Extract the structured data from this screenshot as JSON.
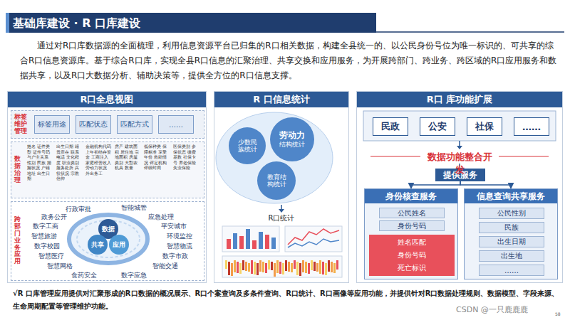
{
  "diagram": {
    "title": "基础库建设 · R 口库建设",
    "caption": "√R 口库管理应用提供对汇聚形成的R口数据的概况展示、R口个案查询及多条件查询、R口统计、R口画像等应用功能，并提供针对R口数据处理规则、数据模型、字段来源、生命周期配置等管理维护功能。",
    "nodes": [
      {
        "text": [
          "R口全息视图"
        ]
      },
      {
        "text": [
          "标签维护管理"
        ],
        "in": 0
      },
      {
        "text": [
          "标签用途"
        ],
        "in": 1
      },
      {
        "text": [
          "匹配状态"
        ],
        "in": 1
      },
      {
        "text": [
          "匹配方式"
        ],
        "in": 1
      },
      {
        "text": [
          "……"
        ],
        "in": 1
      },
      {
        "text": [
          "数据治理"
        ],
        "in": 0
      },
      {
        "text": [
          "跨部门业务应用"
        ],
        "in": 0
      },
      {
        "text": [
          "R 口信息统计"
        ]
      },
      {
        "text": [
          "少数民族统计"
        ],
        "in": 8
      },
      {
        "text": [
          "劳动力",
          "结构统计"
        ],
        "in": 8
      },
      {
        "text": [
          "教育结构统计"
        ],
        "in": 8
      },
      {
        "text": [
          "R口 库功能扩展"
        ]
      },
      {
        "text": [
          "民政"
        ],
        "in": 12
      },
      {
        "text": [
          "公安"
        ],
        "in": 12
      },
      {
        "text": [
          "社保"
        ],
        "in": 12
      },
      {
        "text": [
          "……"
        ],
        "in": 12
      },
      {
        "text": [
          "提供服务"
        ],
        "in": 12
      },
      {
        "text": [
          "身份核查服务"
        ],
        "in": 12
      },
      {
        "text": [
          "公民姓名"
        ],
        "in": 18
      },
      {
        "text": [
          "身份号码"
        ],
        "in": 18
      },
      {
        "text": [
          "姓名匹配",
          "身份号码",
          "死亡标识"
        ],
        "in": 18
      },
      {
        "text": [
          "信息查询共享服务"
        ],
        "in": 12
      },
      {
        "text": [
          "公民性别"
        ],
        "in": 22
      },
      {
        "text": [
          "民族"
        ],
        "in": 22
      },
      {
        "text": [
          "出生日期"
        ],
        "in": 22
      },
      {
        "text": [
          "出生地"
        ],
        "in": 22
      },
      {
        "text": [
          "……"
        ],
        "in": 22
      }
    ],
    "edges": [
      {
        "from": 17,
        "to": 18,
        "arrow": "to"
      },
      {
        "from": 17,
        "to": 22,
        "arrow": "to"
      }
    ],
    "labels": [
      "通过对R口库数据源的全面梳理，利用信息资源平台已归集的R口相关数据，构建全县统一的、以公民身份号位为唯一标识的、可共享的综合R口信息资源库。基于综合R口库，实现全县R口信息的汇聚治理、共享交换和应用服务，为开展跨部门、跨业务、跨区域的R口应用服务和数据共享，以及R口大数据分析、辅助决策等，提供全方位的R口信息支撑。",
      "姓名 证件类型 证件号码 与户主关系 性别 民族 婚姻状况 户籍地址 出生日期",
      "出生日期 籍贯所在 联系电话 文化程度 职业类别 服务处所 兵役状况 宗教信仰",
      "金融机构代码 上年初结存资金 工商注入 家庭经营收入 劳动力状况 外出务工",
      "房产 建筑面积 居住地 宗地面积 房屋类别 大型农机具 数量",
      "低保种类 保障标准 享受年份 救助情况 评定机构 评级时间",
      "医保类别 参保状态 缴费基数 社保卡号 养老保险 失业保险",
      "行政审批",
      "智能城管",
      "政务公开",
      "应急处理",
      "数字工商",
      "平安城市",
      "智慧旅游",
      "环境监控",
      "数字校园",
      "智慧物流",
      "智慧医疗",
      "数字市政",
      "智慧网格",
      "智能交通",
      "食药安全",
      "数字应急",
      "数据",
      "共享",
      "应用",
      "R口统计",
      "数据功能整合开发",
      "58",
      "CSDN @一只鹿鹿鹿"
    ]
  }
}
